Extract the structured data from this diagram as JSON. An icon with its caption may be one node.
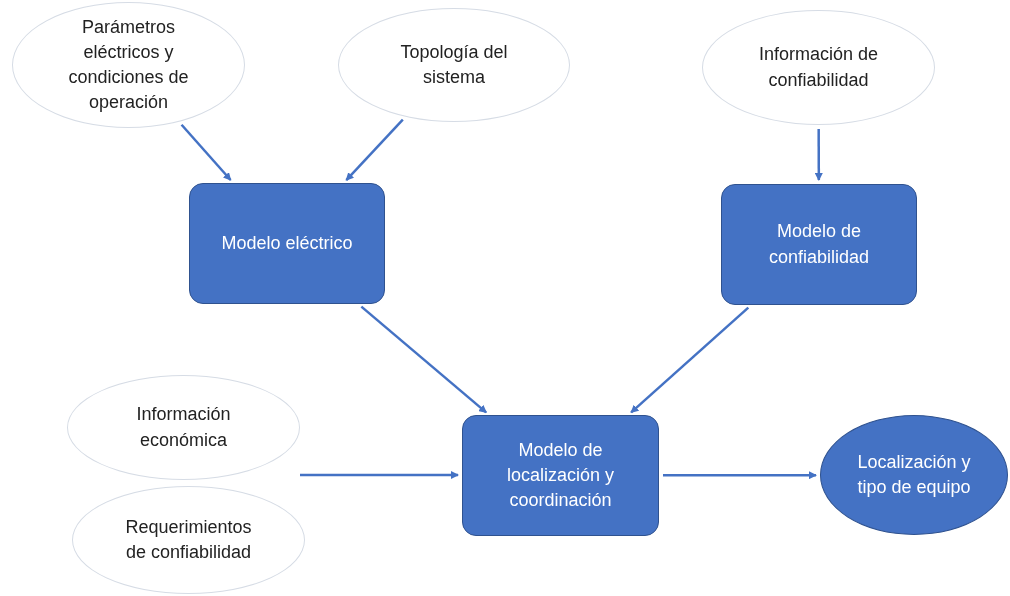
{
  "diagram": {
    "nodes": [
      {
        "text": [
          "Parámetros eléctricos y condiciones de operación"
        ]
      },
      {
        "text": [
          "Topología del sistema"
        ]
      },
      {
        "text": [
          "Información de confiabilidad"
        ]
      },
      {
        "text": [
          "Modelo eléctrico"
        ]
      },
      {
        "text": [
          "Modelo de confiabilidad"
        ]
      },
      {
        "text": [
          "Información económica"
        ]
      },
      {
        "text": [
          "Requerimientos de confiabilidad"
        ]
      },
      {
        "text": [
          "Modelo de localización y coordinación"
        ]
      },
      {
        "text": [
          "Localización y tipo de equipo"
        ]
      }
    ],
    "edges": [
      {
        "from": 0,
        "to": 3,
        "arrow": "to"
      },
      {
        "from": 1,
        "to": 3,
        "arrow": "to"
      },
      {
        "from": 2,
        "to": 4,
        "arrow": "to"
      },
      {
        "from": 3,
        "to": 7,
        "arrow": "to"
      },
      {
        "from": 4,
        "to": 7,
        "arrow": "to"
      },
      {
        "from": 5,
        "to": 7,
        "arrow": "to"
      },
      {
        "from": 7,
        "to": 8,
        "arrow": "to"
      }
    ]
  }
}
